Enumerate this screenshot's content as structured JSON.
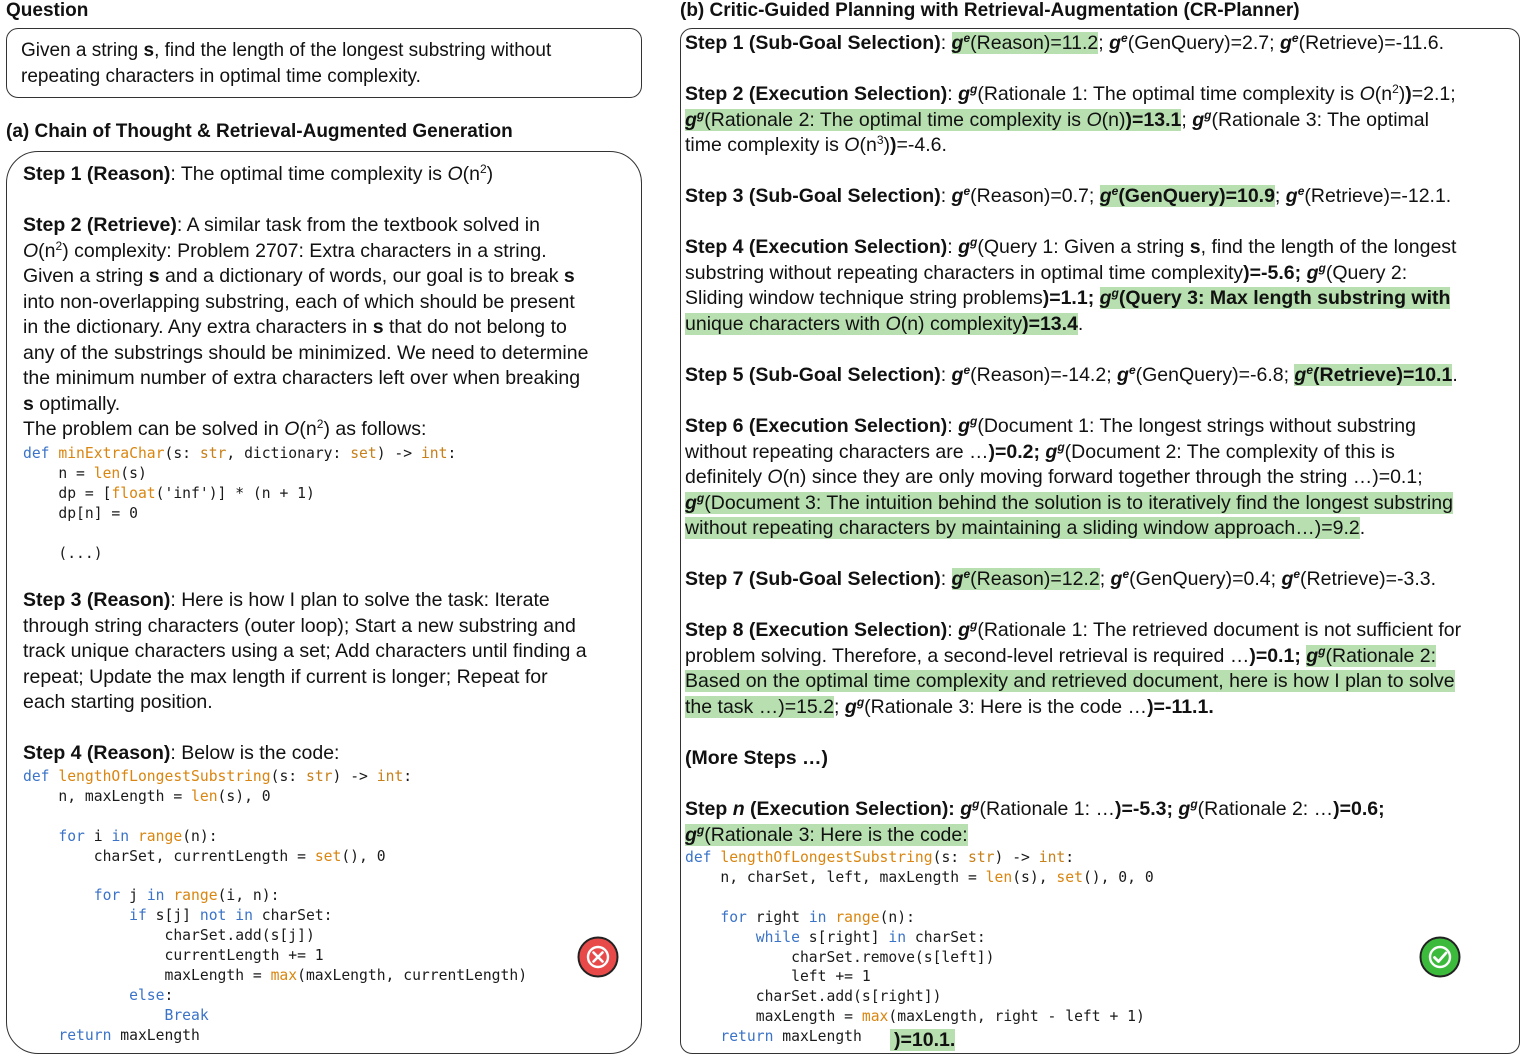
{
  "headings": {
    "question": "Question",
    "panel_a": "(a) Chain of Thought & Retrieval-Augmented Generation",
    "panel_b": "(b) Critic-Guided Planning with Retrieval-Augmentation (CR-Planner)"
  },
  "question": {
    "line1_pre": "Given a string ",
    "var": "s",
    "line1_post": ", find the length of the longest substring without",
    "line2": "repeating characters in optimal time complexity."
  },
  "panel_a": {
    "step1_label": "Step 1 (Reason)",
    "step1_text": ": The optimal time complexity is ",
    "step2_label": "Step 2 (Retrieve)",
    "step2_l1": ": A similar task from the textbook solved in",
    "step2_l2b": " complexity: Problem 2707: Extra characters in a string.",
    "step2_l3a": "Given a string ",
    "step2_l3b": " and a dictionary of words, our goal is to break ",
    "step2_l4": "into non-overlapping substring, each of which should be present",
    "step2_l5a": "in the dictionary. Any extra characters in ",
    "step2_l5b": " that do not belong to",
    "step2_l6": "any of the substrings should be minimized. We need to determine",
    "step2_l7": "the minimum number of extra characters left over when breaking",
    "step2_l8b": " optimally.",
    "step2_l9": "The problem can be solved in ",
    "step2_l9b": " as follows:",
    "step3_label": "Step 3 (Reason)",
    "step3_l1": ": Here is how I plan to solve the task: Iterate",
    "step3_l2": "through string characters (outer loop); Start a new substring and",
    "step3_l3": "track unique characters using a set; Add characters until finding a",
    "step3_l4": "repeat; Update the max length if current is longer; Repeat for",
    "step3_l5": "each starting position.",
    "step4_label": "Step 4 (Reason)",
    "step4_text": ": Below is the code:",
    "result_icon": "cross-icon",
    "result_color": "#e84a4a"
  },
  "panel_b": {
    "s1": {
      "label": "Step 1 (Sub-Goal Selection)",
      "a": "(Reason)=11.2",
      "b": "(GenQuery)=2.7;",
      "c": "(Retrieve)=-11.6."
    },
    "s2": {
      "label": "Step 2 (Execution Selection)",
      "l1": "(Rationale 1: The optimal time complexity is ",
      "l1b": "=2.1;",
      "l2": "(Rationale 2: The optimal time complexity is ",
      "l2b": ")=13.1",
      "l2c": "(Rationale 3: The optimal",
      "l3": "time complexity is ",
      "l3b": "=-4.6."
    },
    "s3": {
      "label": "Step 3 (Sub-Goal Selection)",
      "a": "(Reason)=0.7;",
      "b": "(GenQuery)=10.9",
      "c": "(Retrieve)=-12.1."
    },
    "s4": {
      "label": "Step 4 (Execution Selection)",
      "l1": "(Query 1: Given a string ",
      "l1b": ", find the length of the longest",
      "l2": "substring without repeating characters in optimal time complexity",
      "l2b": ")=-5.6;",
      "l2c": "(Query 2:",
      "l3": "Sliding window technique string problems",
      "l3b": ")=1.1;",
      "l3c": "(Query 3: Max length substring with",
      "l4": "unique characters with ",
      "l4b": " complexity",
      "l4c": ")=13.4"
    },
    "s5": {
      "label": "Step 5 (Sub-Goal Selection)",
      "a": "(Reason)=-14.2;",
      "b": "(GenQuery)=-6.8;",
      "c": "(Retrieve)=10.1"
    },
    "s6": {
      "label": "Step 6 (Execution Selection)",
      "l1": "(Document 1: The longest strings without substring",
      "l2": "without repeating characters are …",
      ")=0.2;": ")=0.2;",
      "l2b": ")=0.2;",
      "l2c": "(Document 2: The complexity of this is",
      "l3": "definitely ",
      "l3b": " since they are only moving forward together through the string …)=0.1;",
      "l4": "(Document 3: The intuition behind the solution is to iteratively find the longest substring",
      "l5": "without repeating characters by maintaining a sliding window approach…)=9.2"
    },
    "s7": {
      "label": "Step 7 (Sub-Goal Selection)",
      "a": "(Reason)=12.2",
      "b": "(GenQuery)=0.4;",
      "c": "(Retrieve)=-3.3."
    },
    "s8": {
      "label": "Step 8 (Execution Selection)",
      "l1": "(Rationale 1: The retrieved document is not sufficient for",
      "l2": "problem solving. Therefore, a second-level retrieval is required …",
      "l2b": ")=0.1;",
      "l2c": "(Rationale 2:",
      "l3": "Based on the optimal time complexity and retrieved document, here is how I plan to solve",
      "l4": "the task …)=15.2",
      "l4b": "(Rationale 3: Here is the code …",
      "l4c": ")=-11.1."
    },
    "more": "(More Steps …)",
    "sn": {
      "label_a": "Step ",
      "label_n": "n",
      "label_b": " (Execution Selection):",
      "a": "(Rationale 1: …",
      "a2": ")=-5.3;",
      "b": "(Rationale 2: …",
      "b2": ")=0.6;",
      "c": "(Rationale 3: Here is the code:",
      "end": ")=10.1."
    },
    "result_icon": "check-icon",
    "result_color": "#3cba3c"
  }
}
